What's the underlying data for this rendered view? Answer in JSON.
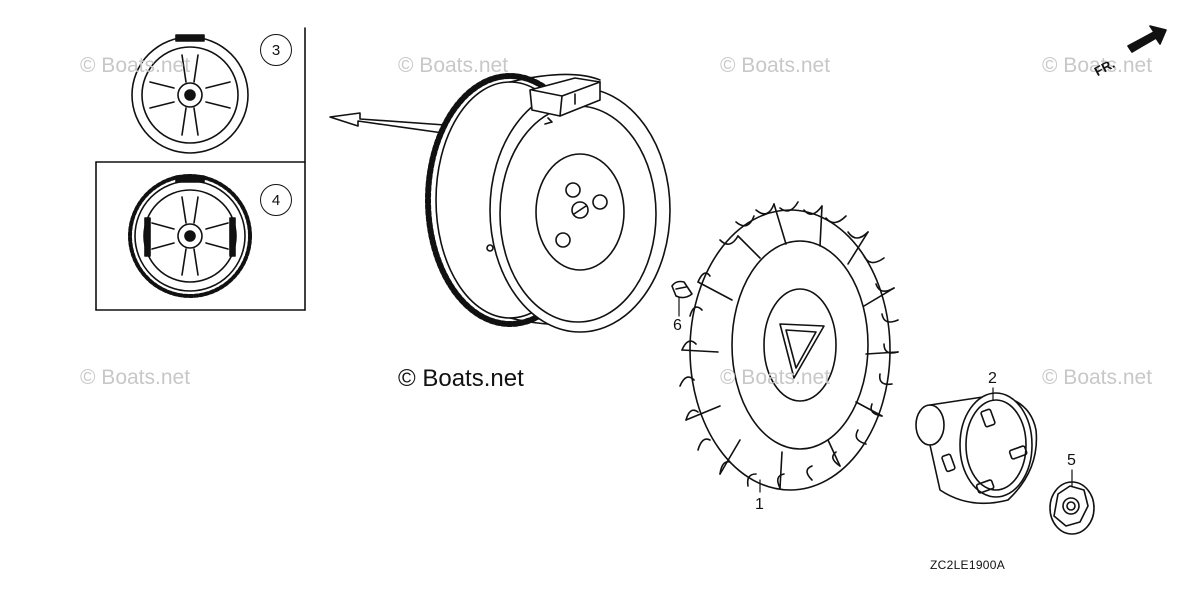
{
  "watermarks": [
    "© Boats.net",
    "© Boats.net",
    "© Boats.net",
    "© Boats.net",
    "© Boats.net",
    "© Boats.net",
    "© Boats.net"
  ],
  "main_watermark": "© Boats.net",
  "direction_label": "FR.",
  "diagram_code": "ZC2LE1900A",
  "inset": {
    "variant_a": "3",
    "variant_b": "4"
  },
  "parts": [
    {
      "id": "fan",
      "number": "1"
    },
    {
      "id": "pulley",
      "number": "2"
    },
    {
      "id": "nut",
      "number": "5"
    },
    {
      "id": "key",
      "number": "6"
    }
  ]
}
